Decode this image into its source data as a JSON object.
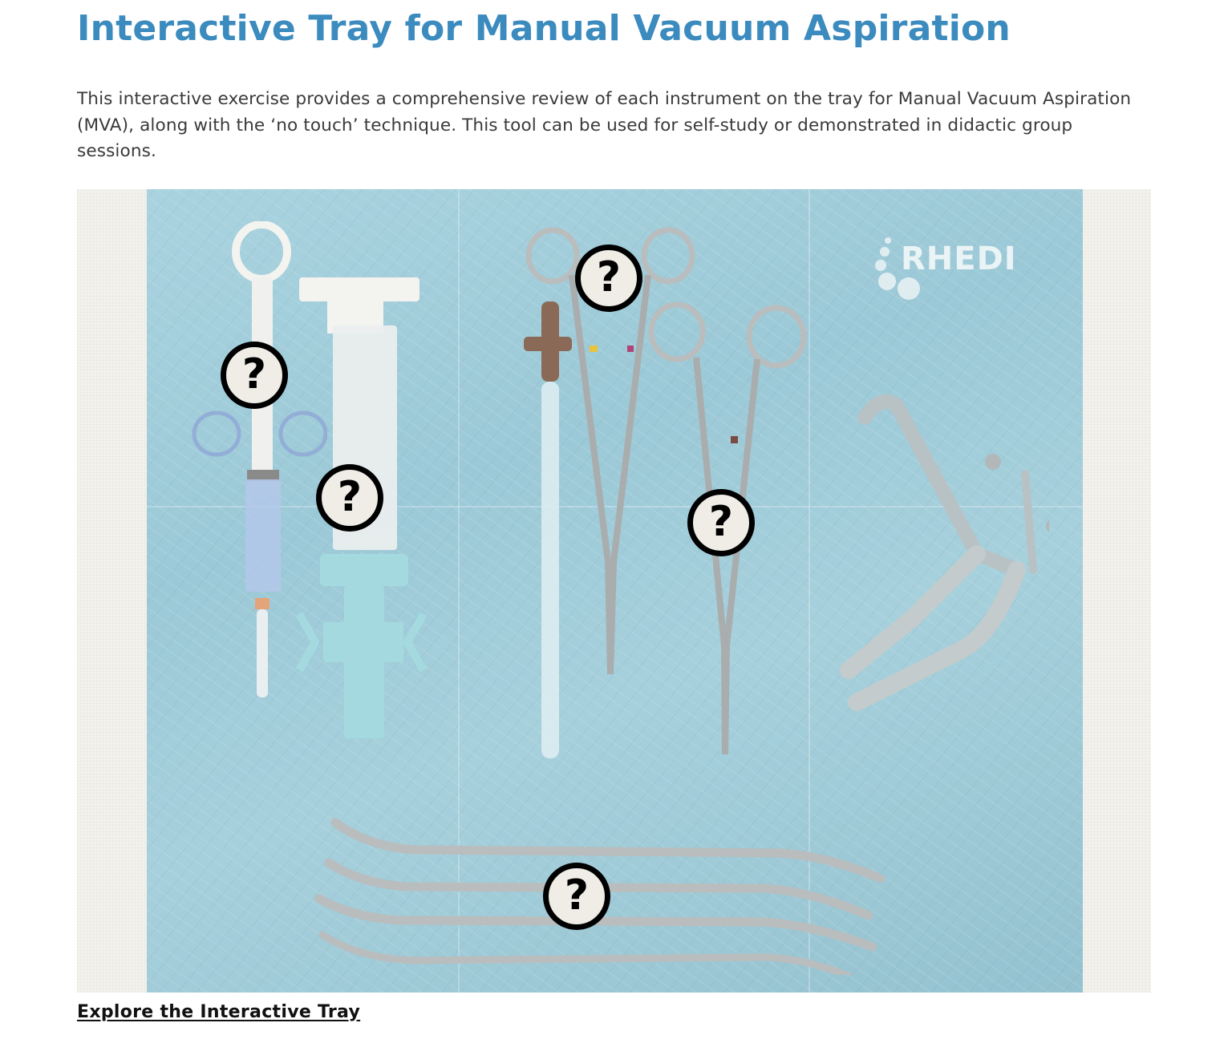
{
  "page": {
    "title": "Interactive Tray for Manual Vacuum Aspiration",
    "intro": "This interactive exercise provides a comprehensive review of each instrument on the tray for Manual Vacuum Aspiration (MVA), along with the ‘no touch’ technique. This tool can be used for self-study or demonstrated in didactic group sessions.",
    "link_label": "Explore the Interactive Tray"
  },
  "figure": {
    "logo_text": "RHEDI",
    "hotspots": [
      {
        "label": "?",
        "instrument": "single-valve-syringe"
      },
      {
        "label": "?",
        "instrument": "double-valve-aspirator"
      },
      {
        "label": "?",
        "instrument": "ring-forceps"
      },
      {
        "label": "?",
        "instrument": "tenaculum"
      },
      {
        "label": "?",
        "instrument": "dilators"
      }
    ]
  },
  "colors": {
    "title": "#3b8bbf",
    "body_text": "#3a3a3a",
    "tray_bg": "#a6d0dc",
    "hotspot_fill": "#efede6",
    "hotspot_border": "#000000"
  }
}
